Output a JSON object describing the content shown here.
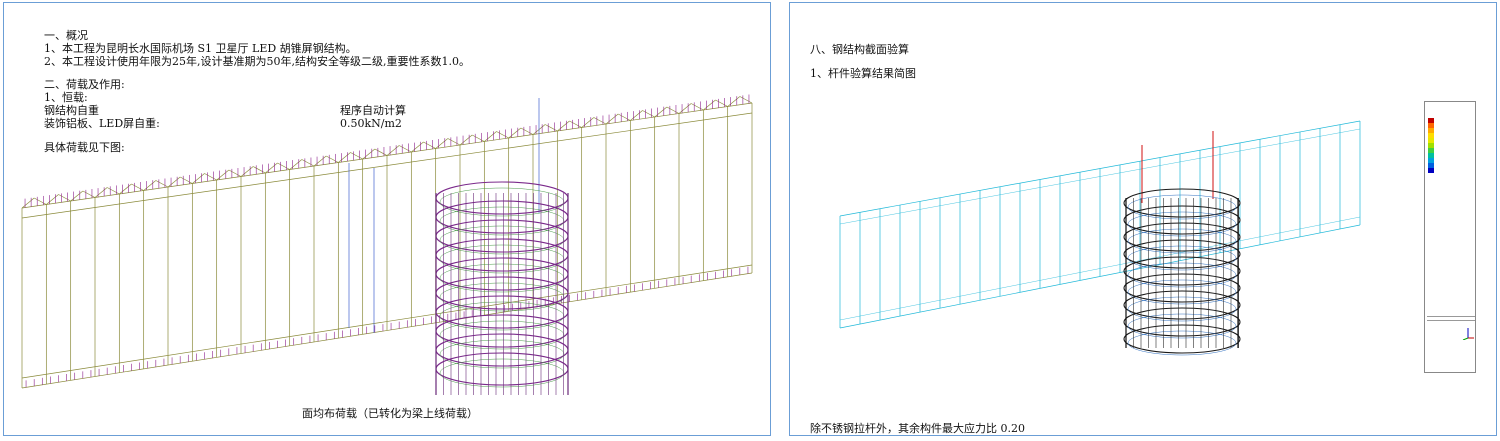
{
  "left": {
    "lines": [
      "一、概况",
      "1、本工程为昆明长水国际机场 S1 卫星厅 LED 胡锥屏钢结构。",
      "2、本工程设计使用年限为25年,设计基准期为50年,结构安全等级二级,重要性系数1.0。",
      "二、荷载及作用:",
      "1、恒载:",
      "钢结构自重",
      "装饰铝板、LED屏自重:",
      "具体荷载见下图:"
    ],
    "load_values": [
      "程序自动计算",
      "0.50kN/m2"
    ],
    "caption": "面均布荷载（已转化为梁上线荷载）"
  },
  "right": {
    "section_title": "八、钢结构截面验算",
    "subsection_title": "1、杆件验算结果简图",
    "footer_note": "除不锈钢拉杆外，其余构件最大应力比 0.20",
    "legend": {
      "colors": [
        "#c00000",
        "#ff6600",
        "#ffaa00",
        "#ffdd00",
        "#e8e800",
        "#a0e000",
        "#40d040",
        "#00c0a0",
        "#00a0e0",
        "#0060e0",
        "#0000c0"
      ]
    }
  }
}
